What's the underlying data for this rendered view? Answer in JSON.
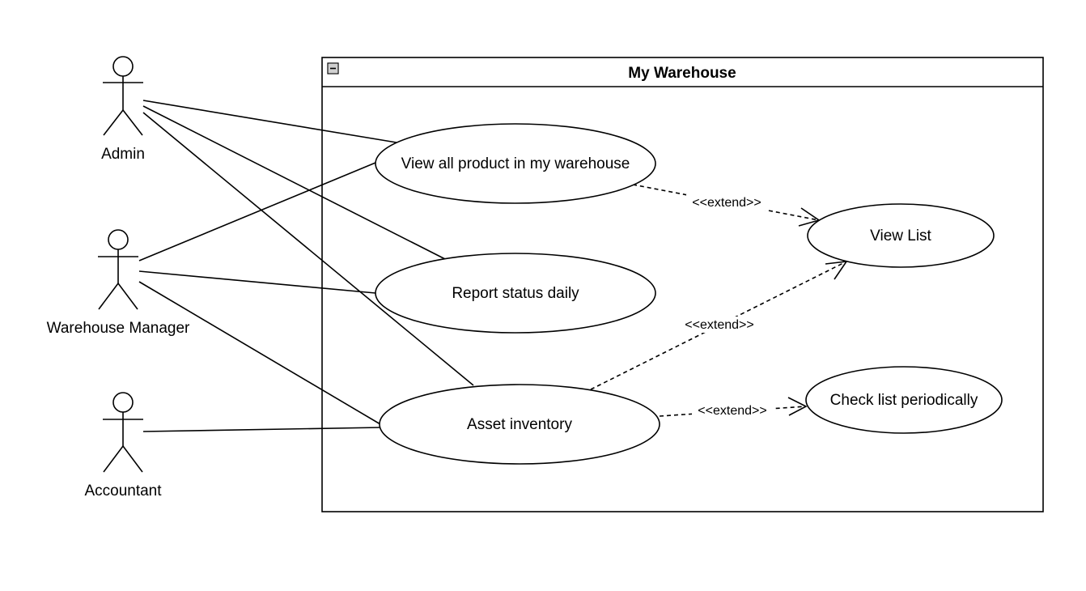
{
  "system": {
    "title": "My Warehouse"
  },
  "actors": {
    "admin": "Admin",
    "manager": "Warehouse Manager",
    "accountant": "Accountant"
  },
  "use_cases": {
    "view_all": "View all product in my warehouse",
    "report": "Report status daily",
    "asset": "Asset inventory",
    "view_list": "View List",
    "check_list": "Check list periodically"
  },
  "relationships": {
    "extend_1": "<<extend>>",
    "extend_2": "<<extend>>",
    "extend_3": "<<extend>>"
  },
  "colors": {
    "stroke": "#000000",
    "background": "#ffffff"
  }
}
